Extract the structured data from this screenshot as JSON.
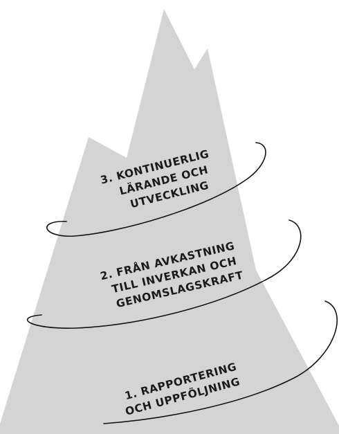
{
  "diagram": {
    "colors": {
      "mountain": "#d4d4d4",
      "rope": "#111111",
      "text": "#1a1a1a",
      "background": "#ffffff"
    },
    "stages": [
      {
        "line1": "3. KONTINUERLIG",
        "line2": "LÄRANDE OCH",
        "line3": "UTVECKLING"
      },
      {
        "line1": "2. FRÅN AVKASTNING",
        "line2": "TILL INVERKAN OCH",
        "line3": "GENOMSLAGSKRAFT"
      },
      {
        "line1": "1.  RAPPORTERING",
        "line2": "OCH UPPFÖLJNING"
      }
    ]
  }
}
